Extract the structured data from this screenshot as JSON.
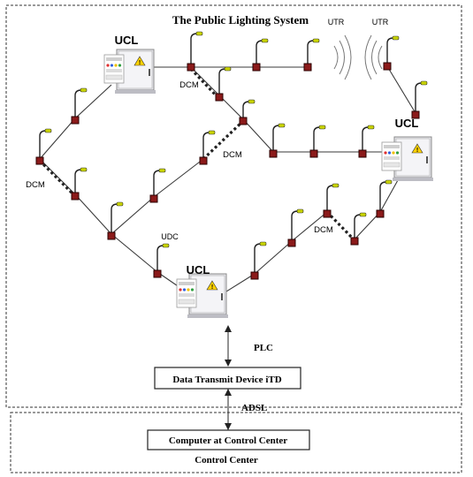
{
  "title": "The Public Lighting System",
  "labels": {
    "ucl": "UCL",
    "dcm": "DCM",
    "utr": "UTR",
    "udc": "UDC",
    "plc": "PLC",
    "adsl": "ADSL"
  },
  "itd_box": {
    "text": "Data Transmit Device iTD"
  },
  "control_box": {
    "text": "Computer at Control Center"
  },
  "control_region": {
    "label": "Control Center"
  },
  "colors": {
    "line": "#3a3a3a",
    "node_fill": "#8b1a1a",
    "node_stroke": "#2a0000",
    "lamp_head": "#c9d400",
    "cabinet": "#e9e9ee",
    "warning": "#ffd200"
  }
}
